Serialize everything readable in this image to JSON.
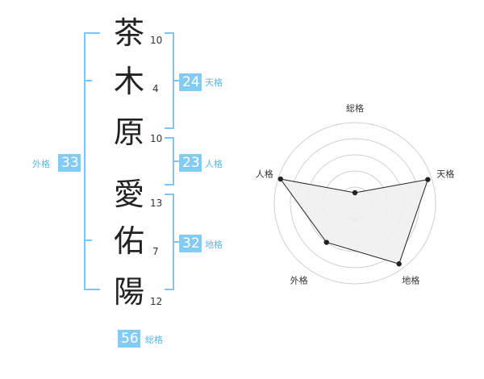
{
  "name": {
    "surname": [
      {
        "char": "茶",
        "strokes": "10"
      },
      {
        "char": "木",
        "strokes": "4"
      },
      {
        "char": "原",
        "strokes": "10"
      }
    ],
    "given": [
      {
        "char": "愛",
        "strokes": "13"
      },
      {
        "char": "佑",
        "strokes": "7"
      },
      {
        "char": "陽",
        "strokes": "12"
      }
    ]
  },
  "scores": {
    "tenkaku": {
      "value": "24",
      "label": "天格"
    },
    "jinkaku": {
      "value": "23",
      "label": "人格"
    },
    "chikaku": {
      "value": "32",
      "label": "地格"
    },
    "gaikaku": {
      "value": "33",
      "label": "外格"
    },
    "soukaku": {
      "value": "56",
      "label": "総格"
    }
  },
  "colors": {
    "bracket": "#7cc7ef",
    "badge": "#84cbf3",
    "badge_text": "#ffffff",
    "label": "#59b8ea",
    "kanji": "#222222",
    "radar_grid": "#d0d0d0",
    "radar_fill": "#f0f0f0",
    "radar_line": "#222222"
  },
  "chart_data": {
    "type": "radar",
    "axes": [
      "総格",
      "天格",
      "地格",
      "外格",
      "人格"
    ],
    "values": [
      0.13,
      0.95,
      0.93,
      0.6,
      0.97
    ],
    "rings": 5,
    "grid": true
  }
}
